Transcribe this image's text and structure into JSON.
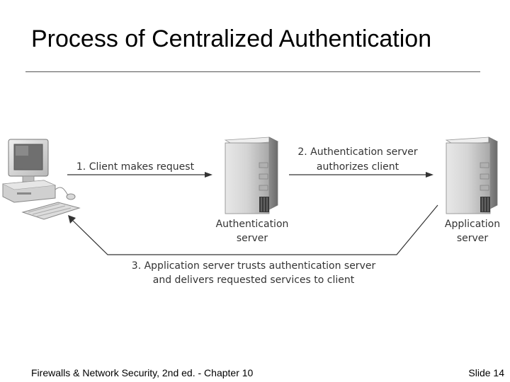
{
  "slide": {
    "title": "Process of Centralized Authentication",
    "footer_left": "Firewalls & Network Security, 2nd ed. - Chapter 10",
    "footer_right": "Slide 14"
  },
  "diagram": {
    "nodes": {
      "client": {
        "icon": "desktop-computer-icon",
        "label": ""
      },
      "auth_server": {
        "icon": "server-icon",
        "label_line1": "Authentication",
        "label_line2": "server"
      },
      "app_server": {
        "icon": "server-icon",
        "label_line1": "Application",
        "label_line2": "server"
      }
    },
    "steps": [
      {
        "line1": "1. Client makes request"
      },
      {
        "line1": "2. Authentication server",
        "line2": "authorizes client"
      },
      {
        "line1": "3. Application server trusts authentication server",
        "line2": "and delivers requested services to client"
      }
    ]
  }
}
